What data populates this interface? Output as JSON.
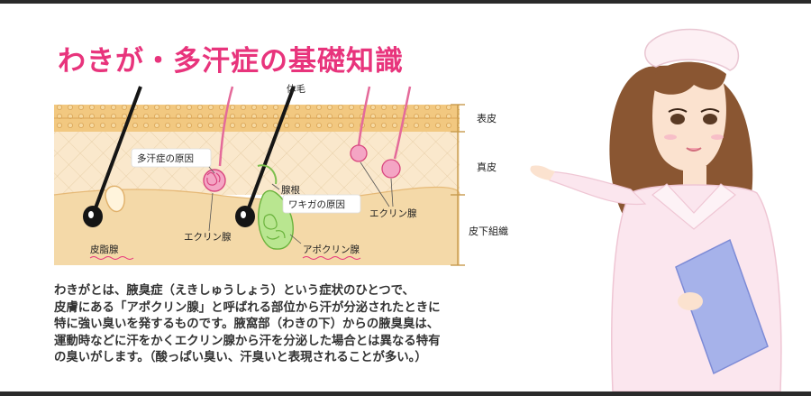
{
  "title": "わきが・多汗症の基礎知識",
  "diagram": {
    "labels": {
      "hair": "体毛",
      "hyperhidrosis_cause": "多汗症の原因",
      "gland_root": "腺根",
      "odor_cause": "ワキガの原因",
      "eccrine_left": "エクリン腺",
      "eccrine_right": "エクリン腺",
      "sebaceous": "皮脂腺",
      "apocrine": "アポクリン腺"
    },
    "layers": {
      "epidermis": "表皮",
      "dermis": "真皮",
      "subcutaneous": "皮下組織"
    },
    "colors": {
      "epidermis": "#f2c880",
      "dermis": "#fae8cc",
      "subcutaneous": "#f4d9a8",
      "sweat_gland": "#e46a9a",
      "apocrine_gland": "#9fd86c",
      "hair": "#151515",
      "title": "#e8347c"
    }
  },
  "body_text": [
    "わきがとは、腋臭症（えきしゅうしょう）という症状のひとつで、",
    "皮膚にある「アポクリン腺」と呼ばれる部位から汗が分泌されたときに",
    "特に強い臭いを発するものです。腋窩部（わきの下）からの腋臭臭は、",
    "運動時などに汗をかくエクリン腺から汗を分泌した場合とは異なる特有",
    "の臭いがします。（酸っぱい臭い、汗臭いと表現されることが多い。）"
  ],
  "illustration": {
    "subject": "nurse-with-clipboard",
    "colors": {
      "uniform": "#fbe6ee",
      "clipboard": "#a6b2ea",
      "hair": "#8a5632",
      "skin": "#fbe2cf"
    }
  }
}
